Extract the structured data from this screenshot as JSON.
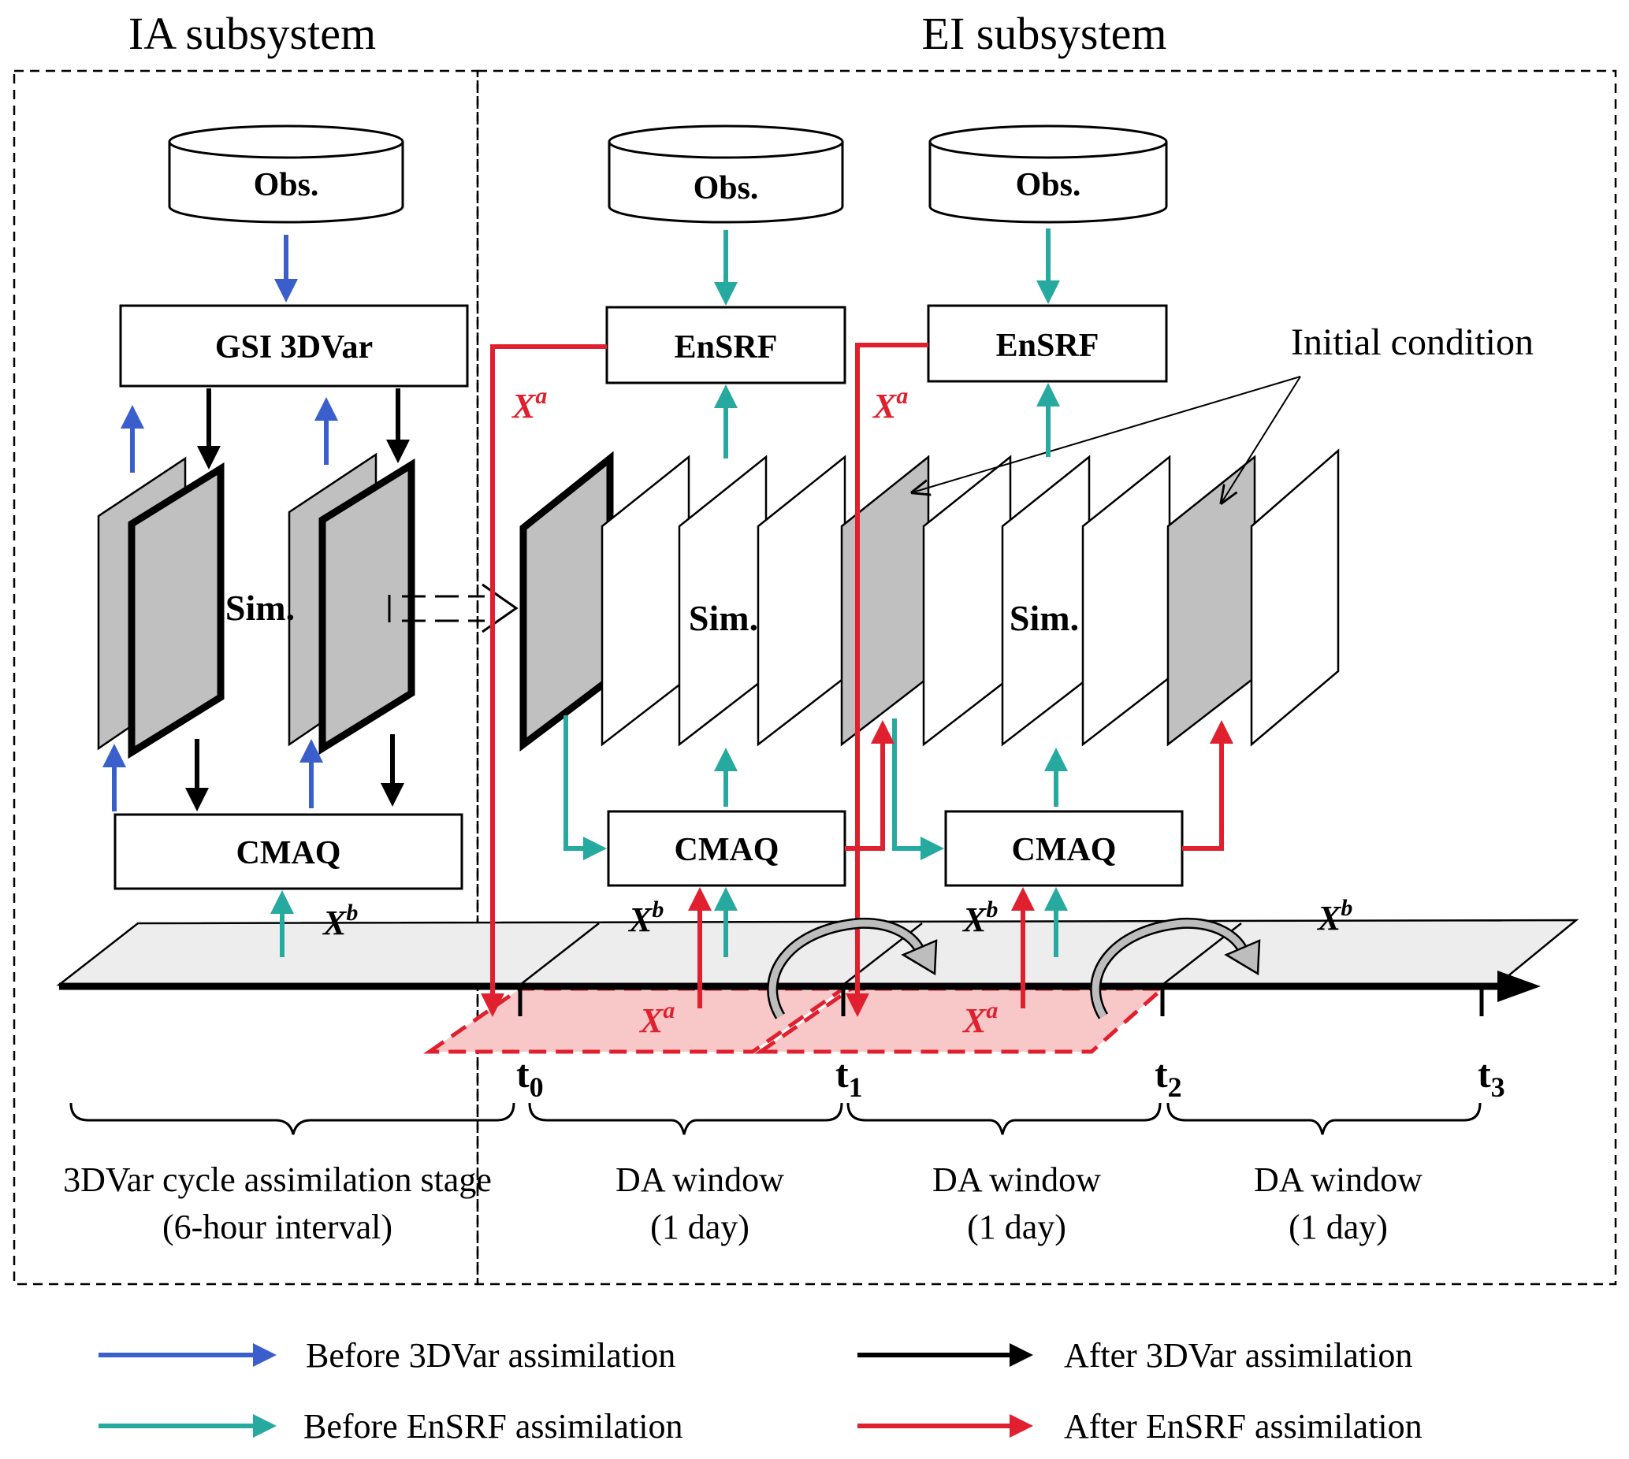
{
  "subsystems": {
    "ia": {
      "title": "IA subsystem"
    },
    "ei": {
      "title": "EI subsystem"
    }
  },
  "nodes": {
    "obs_label": "Obs.",
    "gsi_label": "GSI 3DVar",
    "ensrf_label": "EnSRF",
    "cmaq_label": "CMAQ",
    "sim_label": "Sim."
  },
  "annotation": {
    "initial_condition": "Initial condition"
  },
  "variables": {
    "xa_base": "X",
    "xa_sup": "a",
    "xb_base": "X",
    "xb_sup": "b"
  },
  "timeline": {
    "ticks": [
      {
        "base": "t",
        "sub": "0"
      },
      {
        "base": "t",
        "sub": "1"
      },
      {
        "base": "t",
        "sub": "2"
      },
      {
        "base": "t",
        "sub": "3"
      }
    ]
  },
  "stages": [
    {
      "line1": "3DVar cycle assimilation stage",
      "line2": "(6-hour interval)"
    },
    {
      "line1": "DA window",
      "line2": "(1 day)"
    },
    {
      "line1": "DA window",
      "line2": "(1 day)"
    },
    {
      "line1": "DA window",
      "line2": "(1 day)"
    }
  ],
  "legend": [
    {
      "label": "Before 3DVar assimilation",
      "color": "#3a5fcd"
    },
    {
      "label": "After 3DVar assimilation",
      "color": "#000000"
    },
    {
      "label": "Before EnSRF assimilation",
      "color": "#26aaa0"
    },
    {
      "label": "After EnSRF assimilation",
      "color": "#e0202e"
    }
  ],
  "colors": {
    "blue": "#3a5fcd",
    "teal": "#26aaa0",
    "red": "#e0202e",
    "black": "#000000",
    "panel_gray": "#c0c0c0",
    "plane_gray": "#ededed",
    "pink_fill": "#f8c8c8"
  }
}
